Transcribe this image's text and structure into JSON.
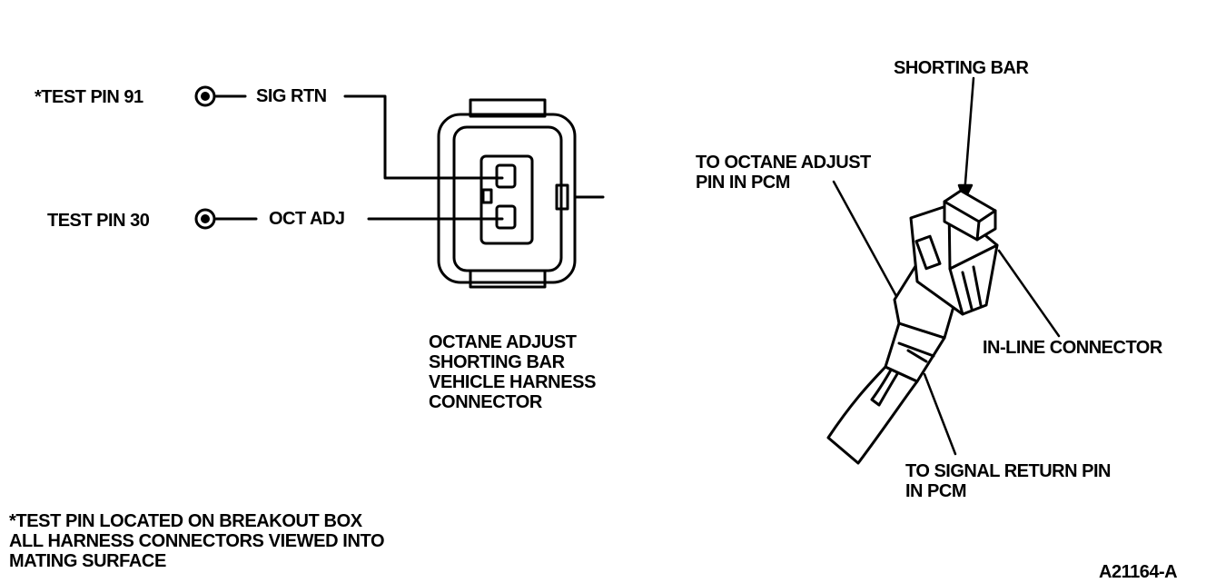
{
  "left": {
    "test_pin_91": "*TEST PIN 91",
    "sig_rtn": "SIG RTN",
    "test_pin_30": "TEST PIN 30",
    "oct_adj": "OCT ADJ",
    "connector_caption": [
      "OCTANE ADJUST",
      "SHORTING BAR",
      "VEHICLE HARNESS",
      "CONNECTOR"
    ]
  },
  "right": {
    "shorting_bar": "SHORTING BAR",
    "to_octane": [
      "TO OCTANE ADJUST",
      "PIN IN PCM"
    ],
    "inline_connector": "IN-LINE CONNECTOR",
    "to_signal": [
      "TO SIGNAL RETURN PIN",
      "IN PCM"
    ]
  },
  "notes": [
    "*TEST PIN LOCATED ON BREAKOUT BOX",
    "ALL HARNESS CONNECTORS VIEWED INTO",
    "MATING SURFACE"
  ],
  "figure_id": "A21164-A"
}
